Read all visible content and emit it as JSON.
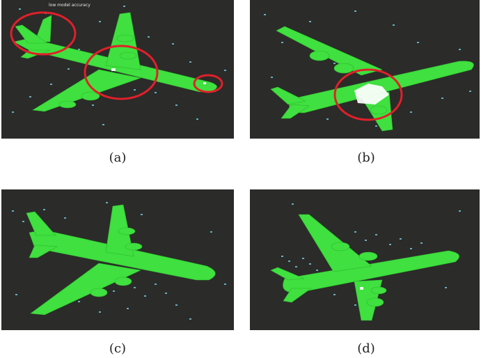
{
  "panels": [
    {
      "id": "a",
      "caption": "(a)",
      "overlay_text": "low model accuracy"
    },
    {
      "id": "b",
      "caption": "(b)"
    },
    {
      "id": "c",
      "caption": "(c)"
    },
    {
      "id": "d",
      "caption": "(d)"
    }
  ],
  "colors": {
    "background": "#2b2b29",
    "airplane": "#3fe03f",
    "points": "#6fc8d8",
    "highlight": "#e0202a"
  }
}
